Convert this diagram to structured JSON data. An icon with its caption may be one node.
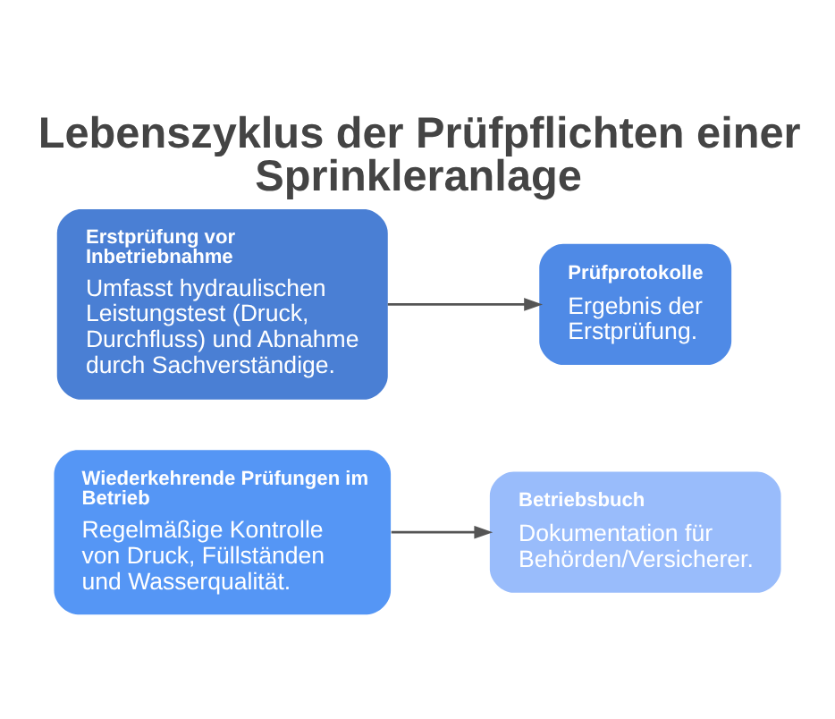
{
  "diagram": {
    "title": "Lebenszyklus der Prüfpflichten einer Sprinkleranlage",
    "nodes": [
      {
        "text": [
          "Erstprüfung vor Inbetriebnahme",
          "Umfasst hydraulischen Leistungstest (Druck, Durchfluss) und Abnahme durch Sachverständige."
        ]
      },
      {
        "text": [
          "Prüfprotokolle",
          "Ergebnis der Erstprüfung."
        ]
      },
      {
        "text": [
          "Wiederkehrende Prüfungen im Betrieb",
          "Regelmäßige Kontrolle von Druck, Füllständen und Wasserqualität."
        ]
      },
      {
        "text": [
          "Betriebsbuch",
          "Dokumentation für Behörden/Versicherer."
        ]
      }
    ],
    "edges": [
      {
        "from": 0,
        "to": 1,
        "arrow": "to"
      },
      {
        "from": 2,
        "to": 3,
        "arrow": "to"
      }
    ]
  }
}
